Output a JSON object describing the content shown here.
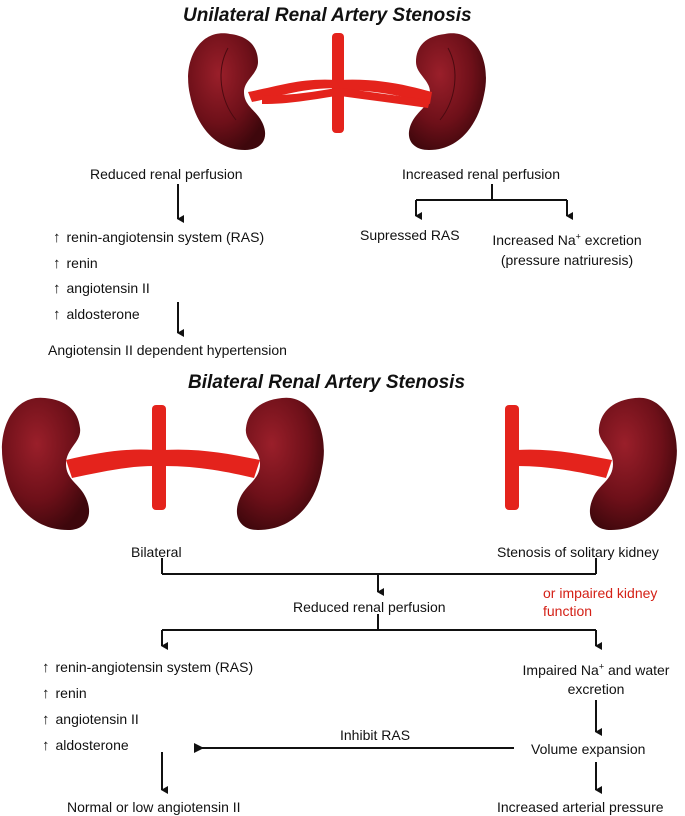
{
  "unilateral": {
    "title": "Unilateral Renal Artery Stenosis",
    "left_heading": "Reduced renal perfusion",
    "right_heading": "Increased renal perfusion",
    "up_arrow": "↑",
    "up_items": [
      "renin-angiotensin system (RAS)",
      "renin",
      "angiotensin II",
      "aldosterone"
    ],
    "result": "Angiotensin II dependent hypertension",
    "right_branch_left": "Supressed RAS",
    "right_branch_right_1": "Increased Na",
    "right_branch_right_sup": "+",
    "right_branch_right_2": " excretion",
    "right_branch_right_3": "(pressure natriuresis)"
  },
  "bilateral": {
    "title": "Bilateral Renal Artery Stenosis",
    "left_label": "Bilateral",
    "right_label": "Stenosis of  solitary kidney",
    "red_note_1": "or impaired kidney",
    "red_note_2": "function",
    "center_heading": "Reduced renal perfusion",
    "up_items": [
      "renin-angiotensin system (RAS)",
      "renin",
      "angiotensin II",
      "aldosterone"
    ],
    "left_result": "Normal or low angiotensin II",
    "right_1a": "Impaired Na",
    "right_1sup": "+",
    "right_1b": " and water",
    "right_1c": "excretion",
    "right_2": "Volume expansion",
    "right_3": "Increased arterial pressure",
    "inhibit_label": "Inhibit RAS"
  },
  "colors": {
    "kidney": "#6e1019",
    "kidney_dark": "#4a0a10",
    "vessel": "#e4231c",
    "note_red": "#d42016"
  }
}
